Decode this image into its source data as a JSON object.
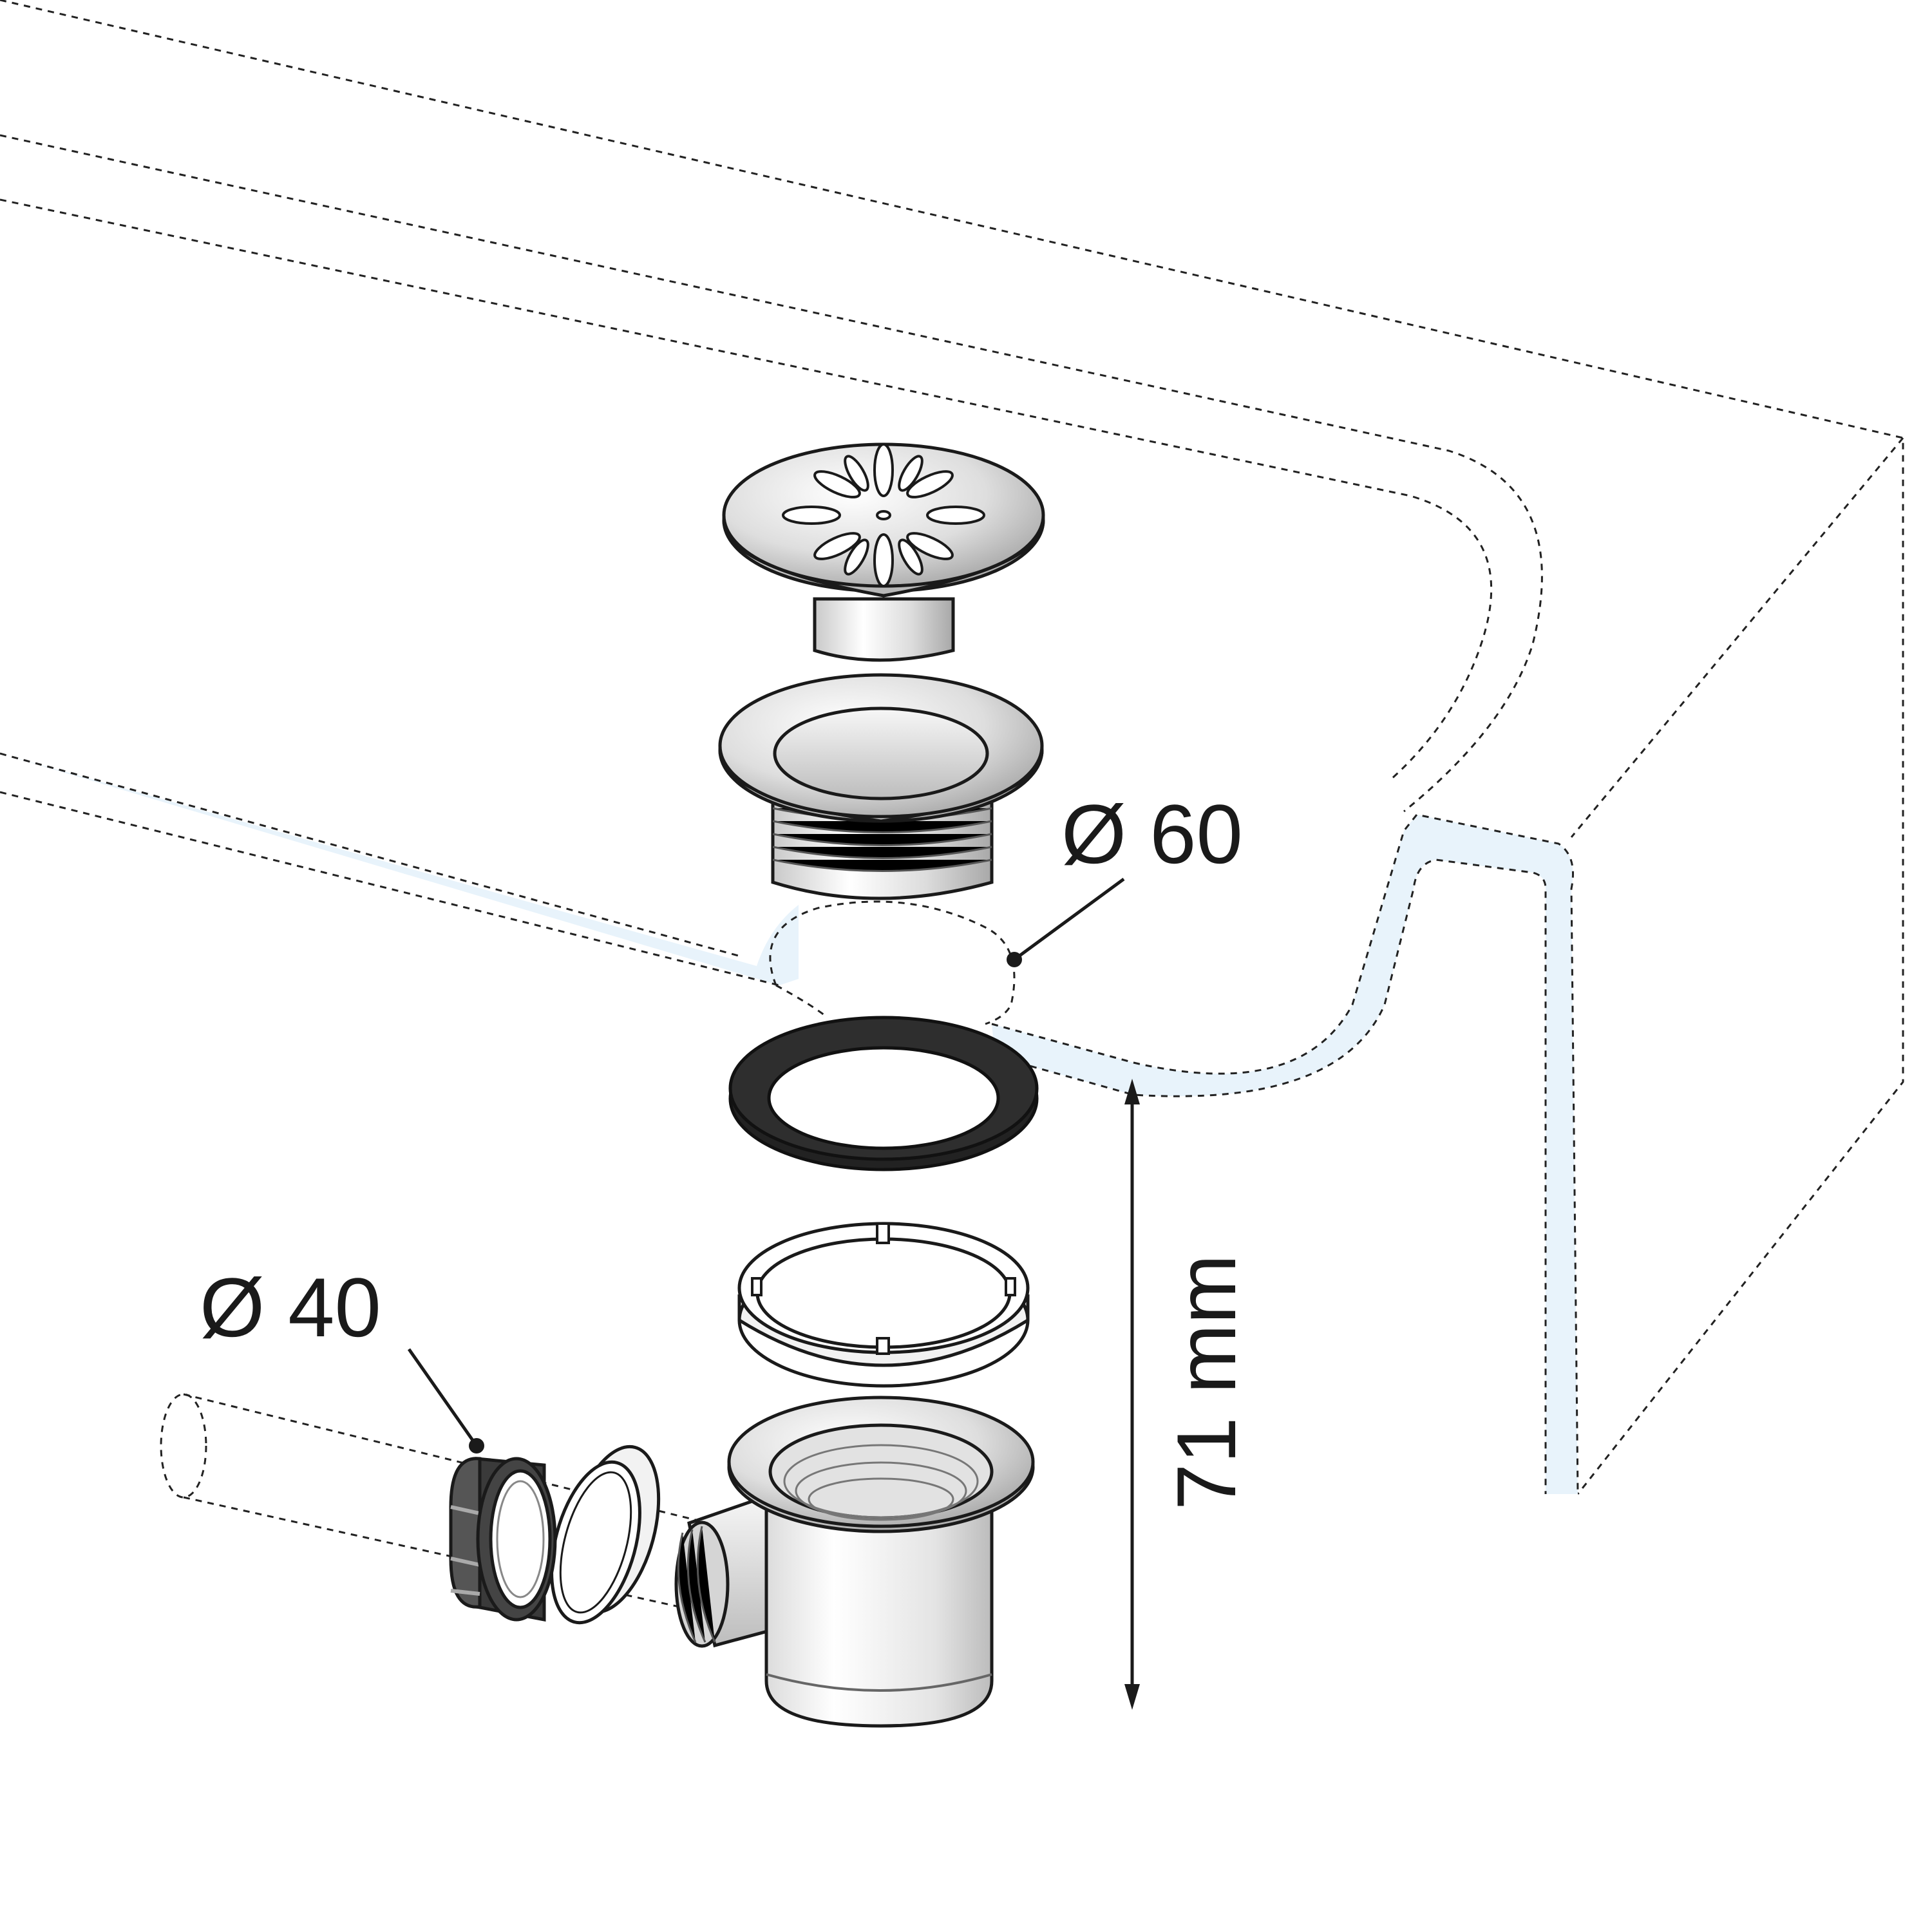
{
  "labels": {
    "outlet_diameter": "Ø 60",
    "pipe_diameter": "Ø 40",
    "height": "71 mm"
  },
  "icons": {
    "strainer": "strainer-grate-icon",
    "flange": "threaded-flange-icon",
    "gasket": "rubber-gasket-icon",
    "clamp_ring": "clamp-ring-icon",
    "trap_body": "trap-body-icon",
    "nut": "pipe-nut-icon",
    "seal": "pipe-seal-icon",
    "pipe": "pipe-outline-icon"
  },
  "colors": {
    "line": "#1a1a1a",
    "water_channel": "#e8f3fb",
    "metal_light": "#e6e6e6",
    "metal_dark": "#9a9a9a",
    "rubber": "#222222"
  }
}
